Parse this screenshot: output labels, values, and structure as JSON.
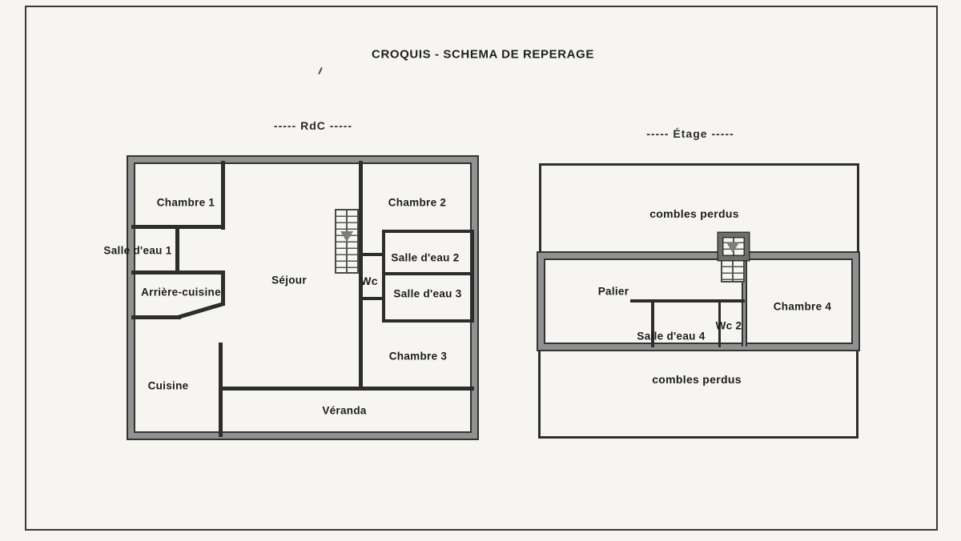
{
  "title": "CROQUIS - SCHEMA DE REPERAGE",
  "rdc": {
    "caption": "----- RdC -----",
    "rooms": {
      "chambre1": "Chambre 1",
      "salle_eau1": "Salle d'eau 1",
      "arriere_cuisine": "Arrière-cuisine",
      "sejour": "Séjour",
      "wc": "Wc",
      "chambre2": "Chambre 2",
      "salle_eau2": "Salle d'eau 2",
      "salle_eau3": "Salle d'eau 3",
      "chambre3": "Chambre 3",
      "cuisine": "Cuisine",
      "veranda": "Véranda"
    }
  },
  "etage": {
    "caption": "----- Étage -----",
    "rooms": {
      "combles_top": "combles perdus",
      "palier": "Palier",
      "salle_eau4": "Salle d'eau 4",
      "wc2": "Wc 2",
      "chambre4": "Chambre 4",
      "combles_bottom": "combles perdus"
    }
  },
  "icons": {
    "stairs_down_arrow": "▼"
  },
  "colors": {
    "paper": "#f6f5f1",
    "ink": "#1f1f1f",
    "wall_core": "#919191",
    "wall_edge": "#333333"
  }
}
